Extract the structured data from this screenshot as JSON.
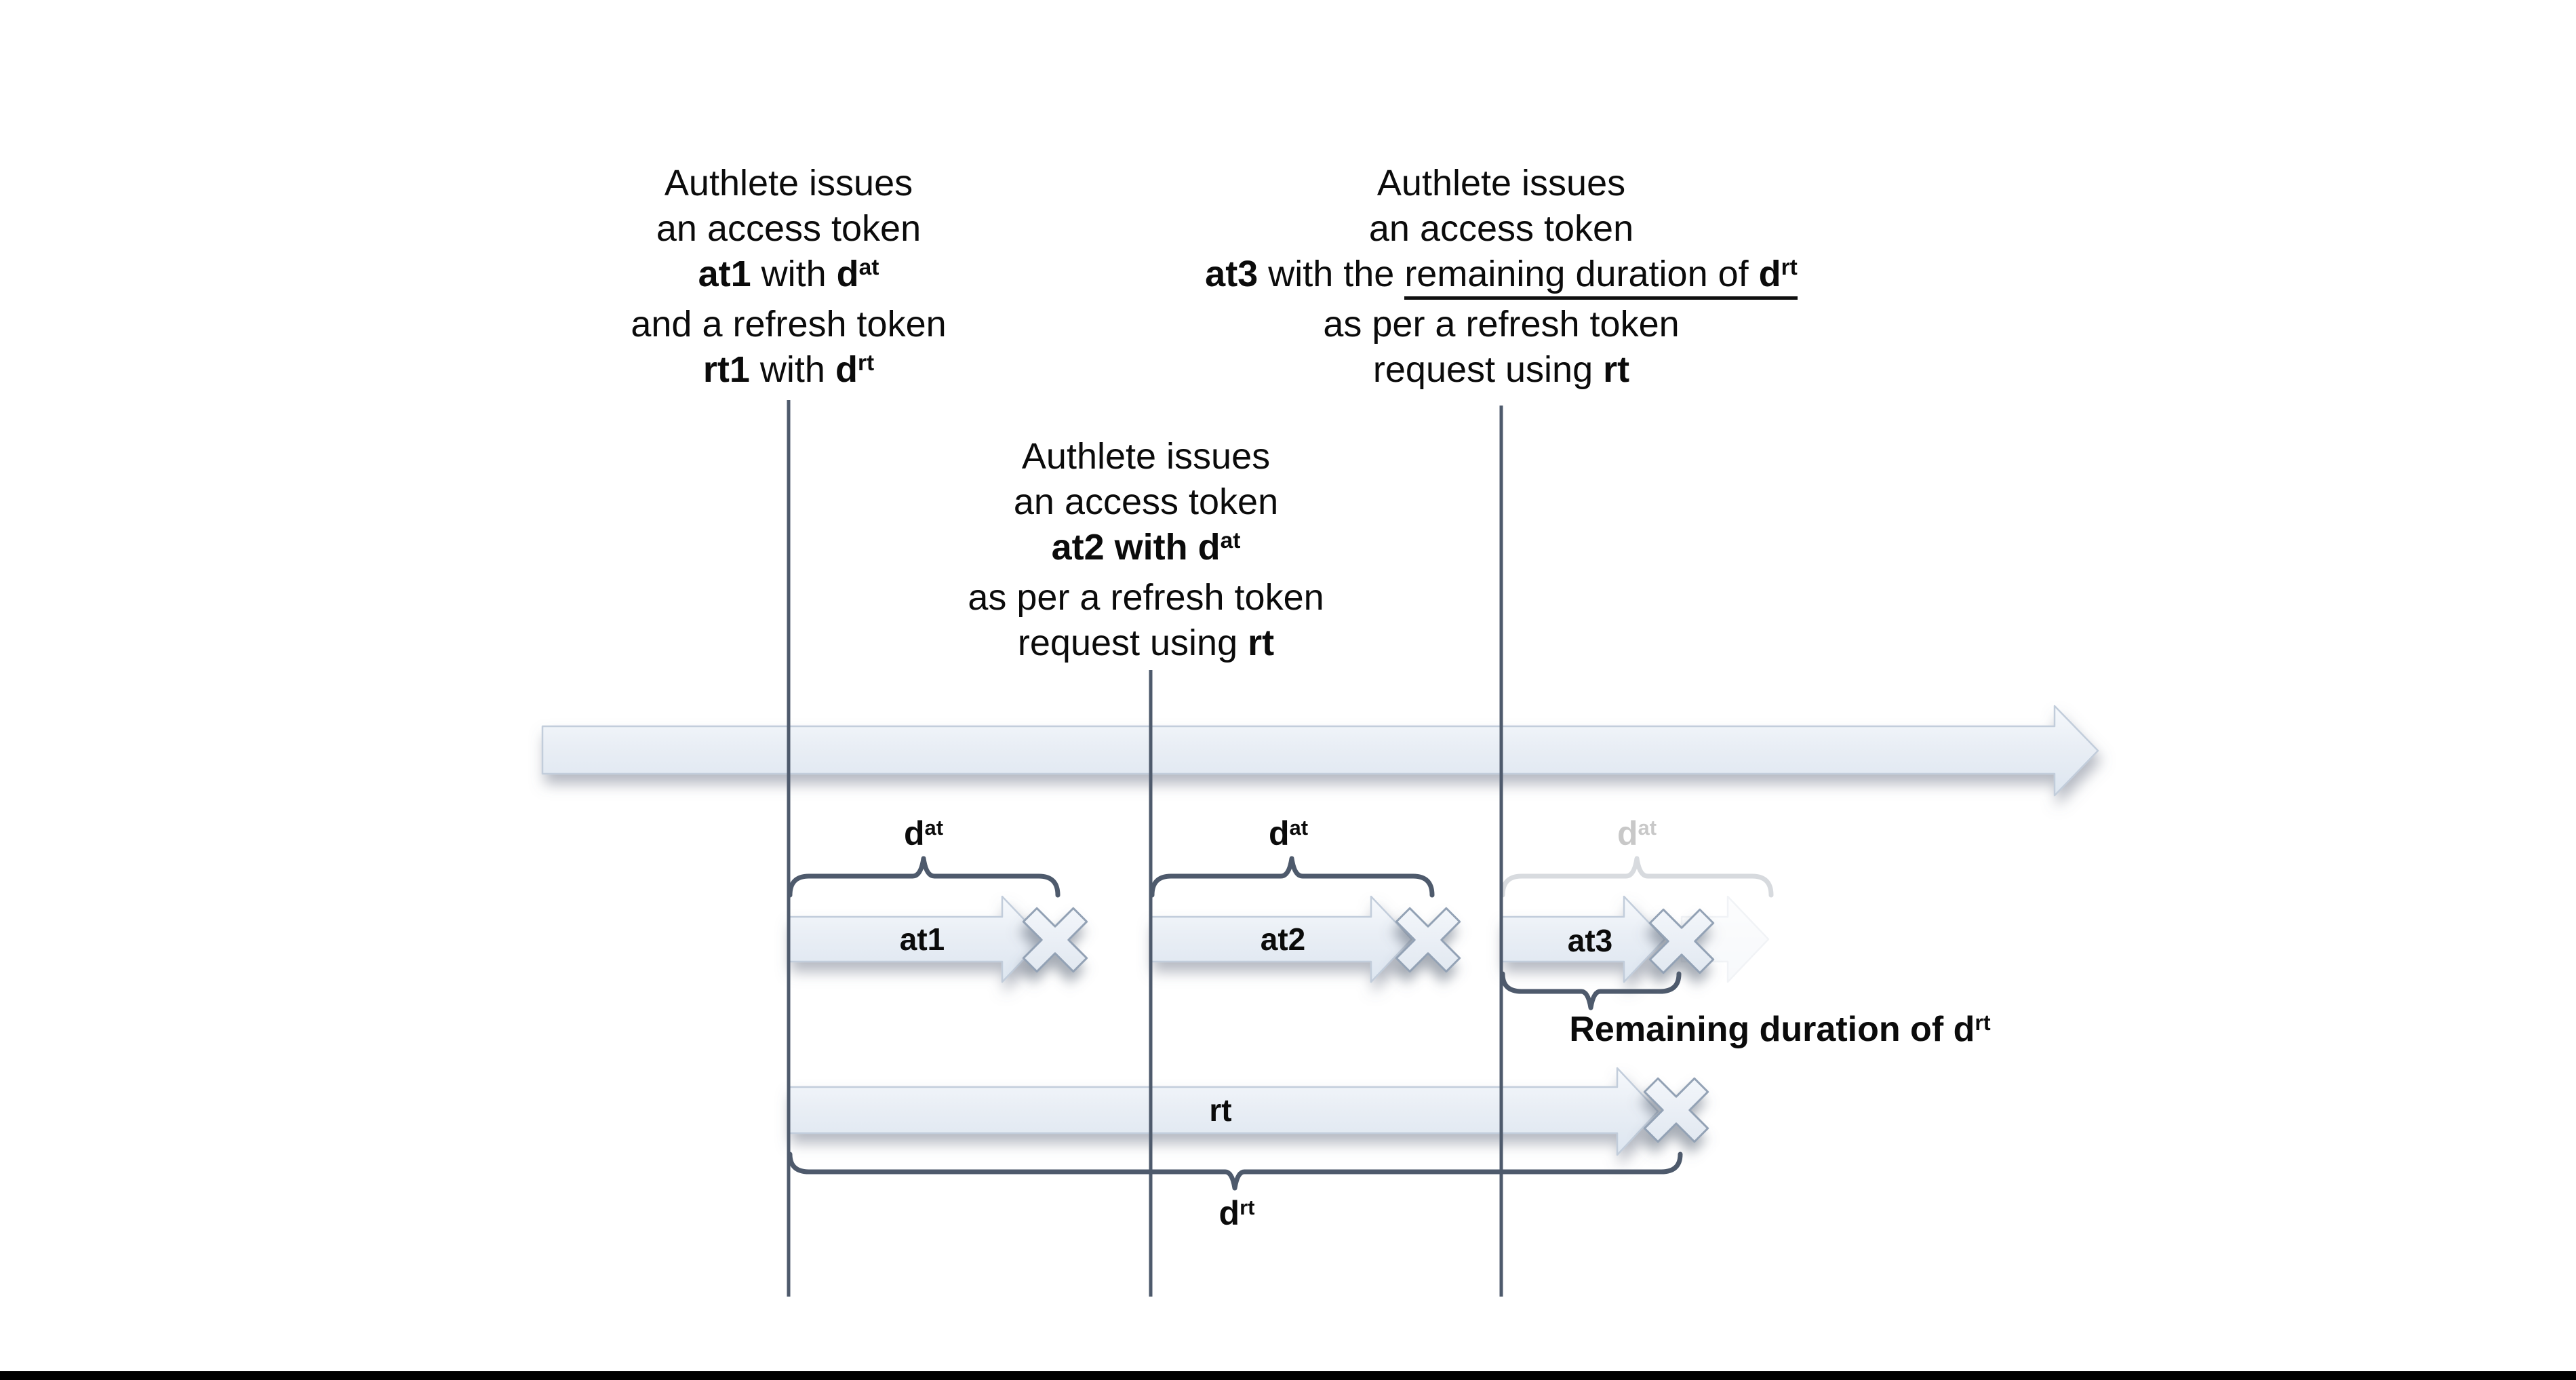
{
  "colors": {
    "background": "#ffffff",
    "connector_line": "#4e5a6c",
    "arrow_fill_top": "#f5f8fb",
    "arrow_fill_bottom": "#dde6f0",
    "arrow_border": "#c2cddb",
    "text": "#0b0b0b",
    "bottom_bar": "#000000"
  },
  "text_blocks": [
    {
      "name": "at1-issuance-note",
      "lines": {
        "l1": "Authlete issues",
        "l2": "an access token",
        "l3_seg1": "at1",
        "l3_seg2": " with ",
        "l3_seg3": "d",
        "l3_sup": "at",
        "l4": "and a refresh token",
        "l5_seg1": "rt1",
        "l5_seg2": " with ",
        "l5_seg3": "d",
        "l5_sup": "rt"
      }
    },
    {
      "name": "at2-issuance-note",
      "lines": {
        "l1": "Authlete issues",
        "l2": "an access token",
        "l3_seg1": "at2 with d",
        "l3_sup": "at",
        "l4": "as per a refresh token",
        "l5_seg1": "request using ",
        "l5_seg2": "rt"
      }
    },
    {
      "name": "at3-issuance-note",
      "lines": {
        "l1": "Authlete issues",
        "l2": "an access token",
        "l3_seg1": "at3",
        "l3_seg2": " with the ",
        "l3_seg3": "remaining duration of ",
        "l3_seg4": "d",
        "l3_sup": "rt",
        "l4": "as per a refresh token",
        "l5_seg1": "request using ",
        "l5_seg2": "rt"
      }
    }
  ],
  "token_arrows": {
    "at1": "at1",
    "at2": "at2",
    "at3": "at3",
    "rt": "rt"
  },
  "duration_labels": {
    "dat_base": "d",
    "dat_sup": "at",
    "drt_base": "d",
    "drt_sup": "rt",
    "remaining_prefix": "Remaining duration of ",
    "remaining_base": "d",
    "remaining_sup": "rt"
  }
}
